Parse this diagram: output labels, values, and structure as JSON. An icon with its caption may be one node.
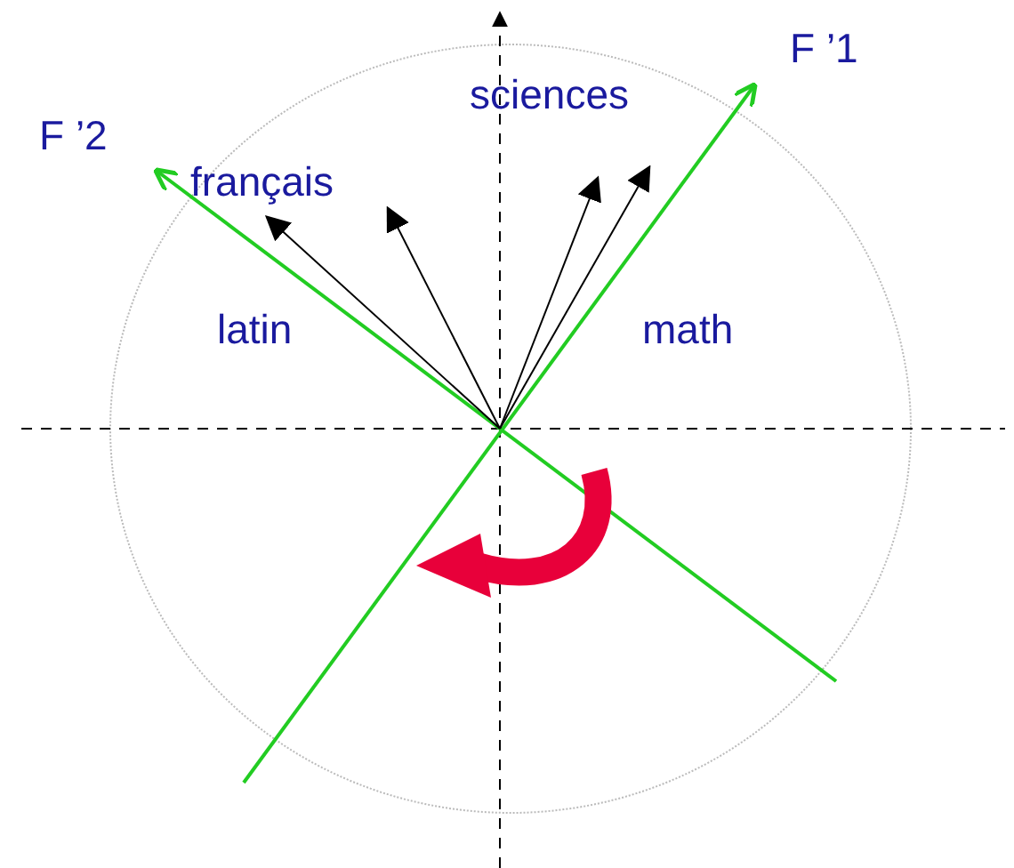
{
  "diagram": {
    "labels": [
      "F ’1",
      "sciences",
      "F ’2",
      "français",
      "latin",
      "math"
    ]
  }
}
